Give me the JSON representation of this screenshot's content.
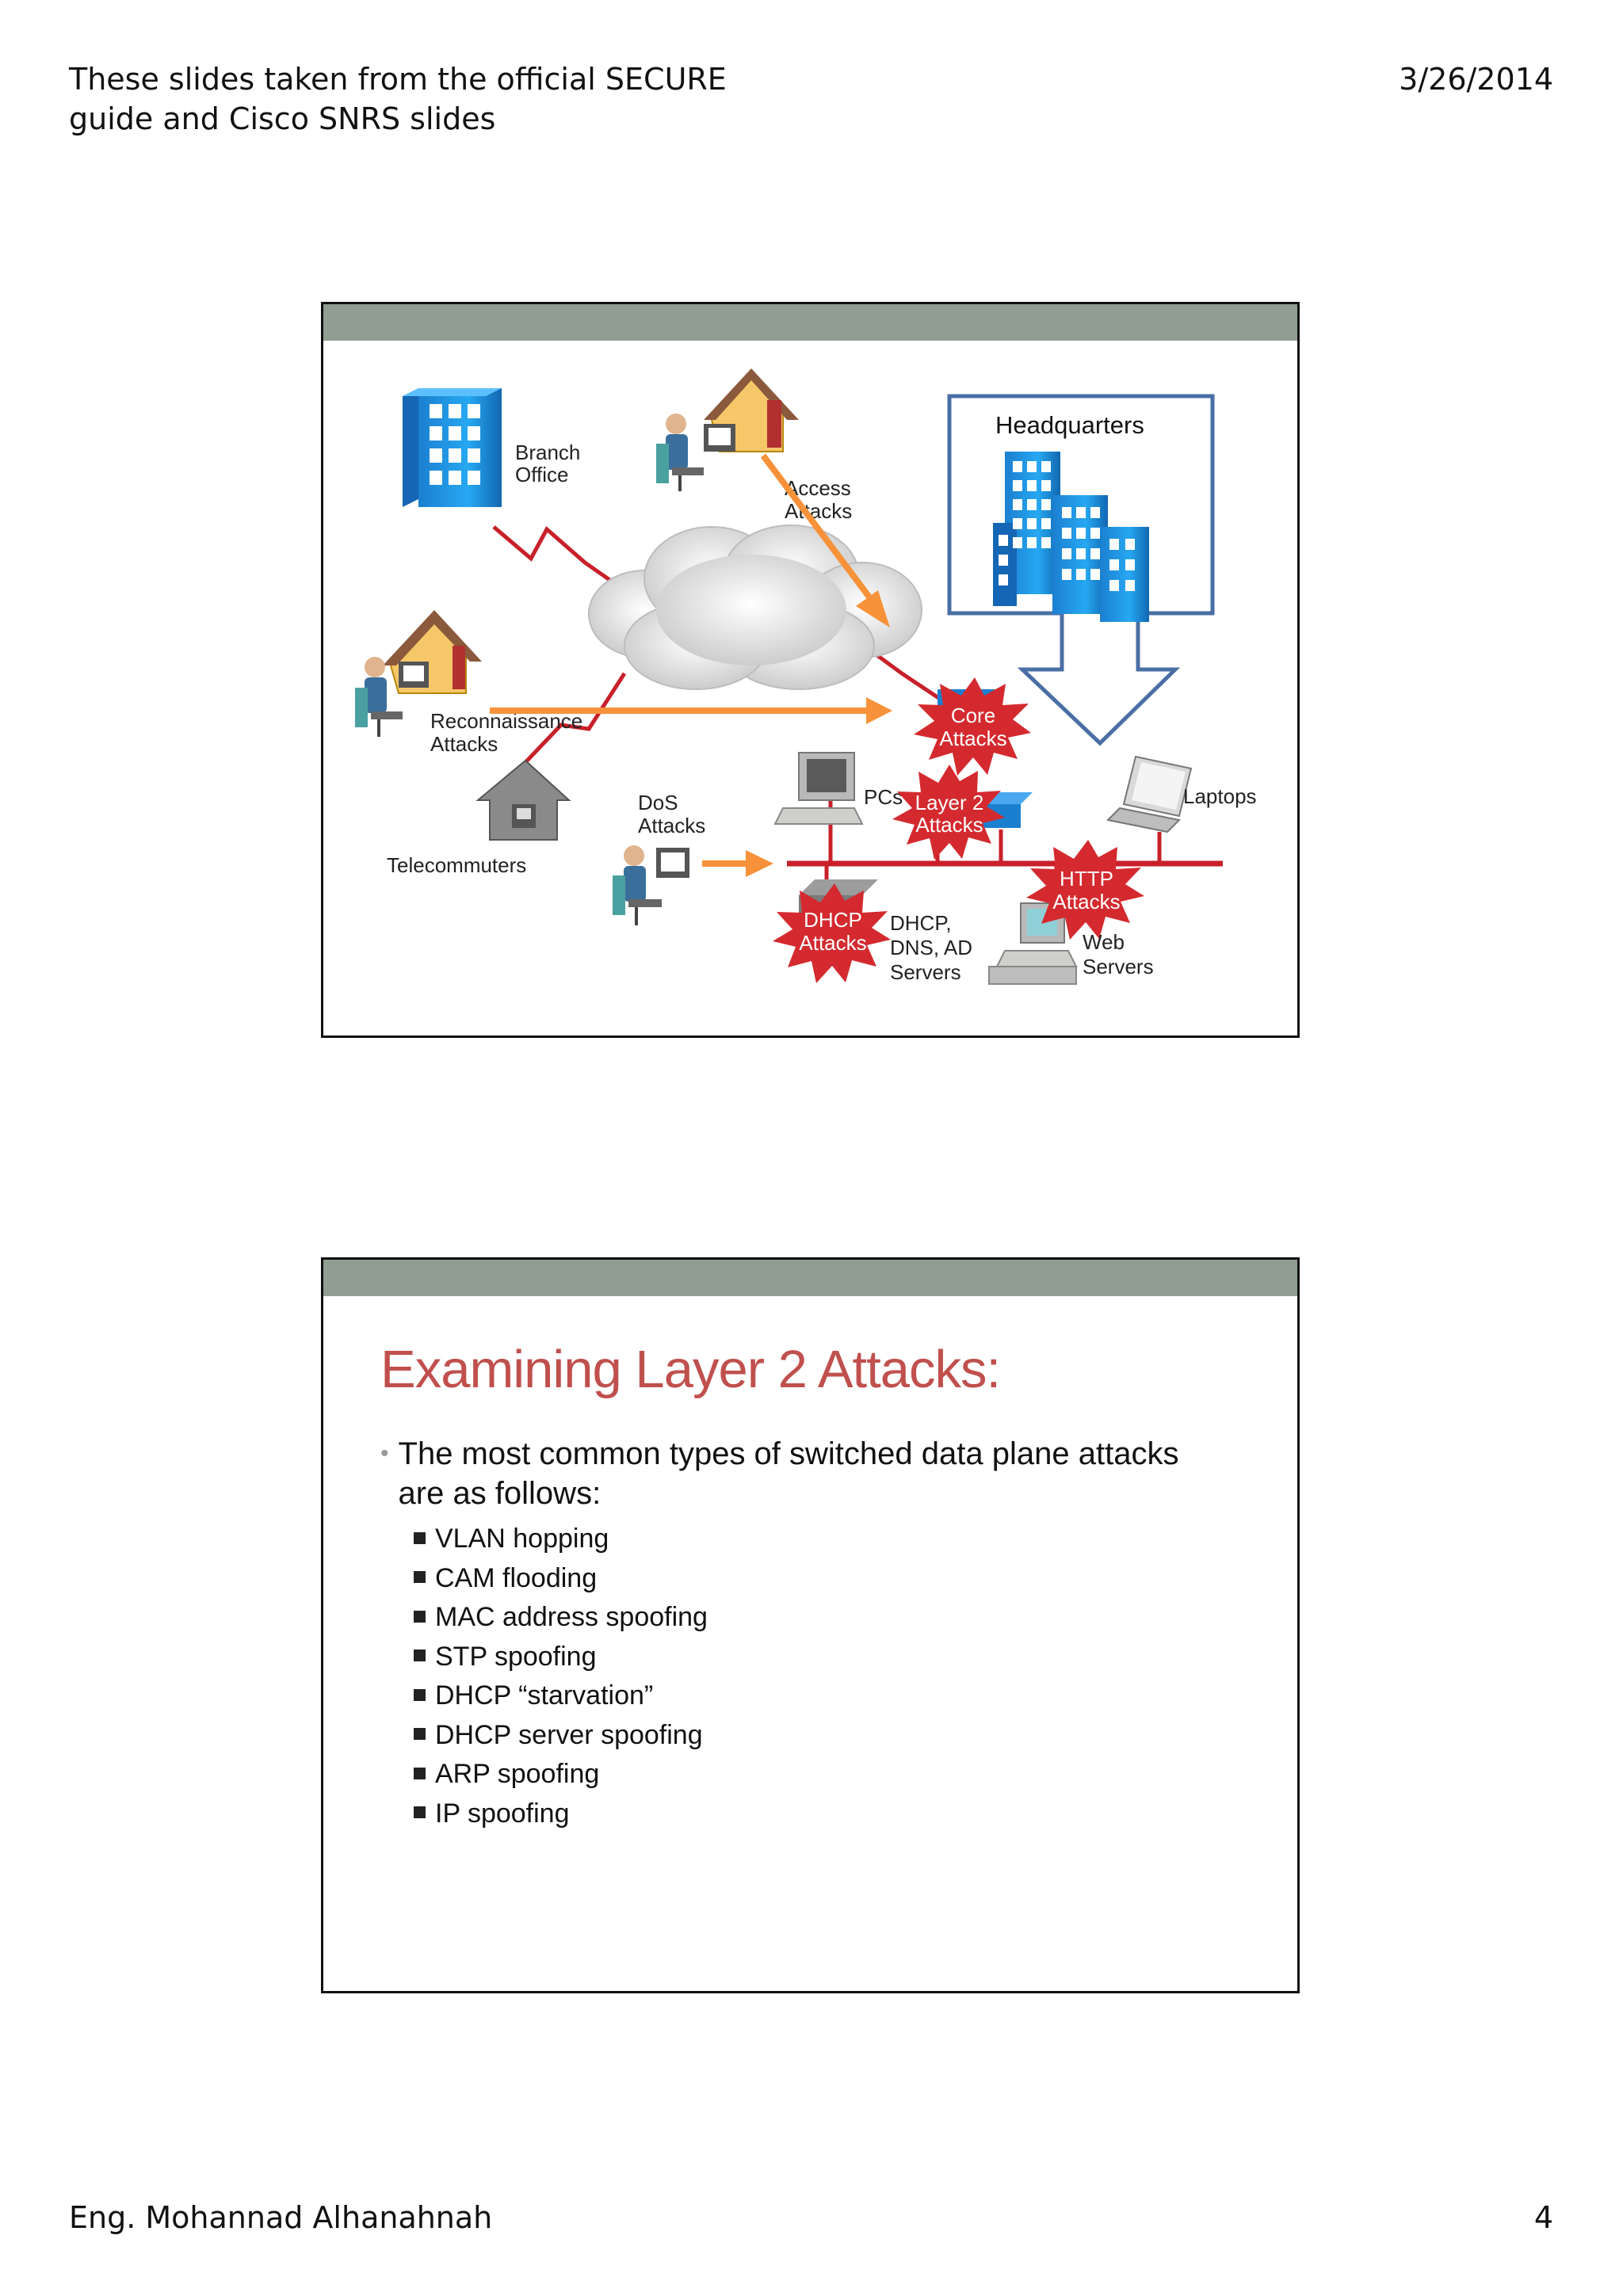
{
  "header": {
    "line1": "These slides taken from the official SECURE",
    "line2": "guide and Cisco SNRS slides",
    "date": "3/26/2014"
  },
  "footer": {
    "author": "Eng. Mohannad Alhanahnah",
    "page_number": "4"
  },
  "slide1": {
    "labels": {
      "branch1": "Branch",
      "branch2": "Office",
      "access1": "Access",
      "access2": "Attacks",
      "hq": "Headquarters",
      "recon1": "Reconnaissance",
      "recon2": "Attacks",
      "core1": "Core",
      "core2": "Attacks",
      "telecommuters": "Telecommuters",
      "dos1": "DoS",
      "dos2": "Attacks",
      "pcs": "PCs",
      "l2a": "Layer 2",
      "l2b": "Attacks",
      "laptops": "Laptops",
      "dhcp1": "DHCP",
      "dhcp2": "Attacks",
      "dhcpsrv1": "DHCP,",
      "dhcpsrv2": "DNS, AD",
      "dhcpsrv3": "Servers",
      "http1": "HTTP",
      "http2": "Attacks",
      "web1": "Web",
      "web2": "Servers"
    },
    "colors": {
      "attack_burst": "#d42a2f",
      "arrow": "#f7923a",
      "link": "#c8202a",
      "hq_frame": "#4a6fa5",
      "building": "#1e90e0"
    }
  },
  "slide2": {
    "title": "Examining Layer 2 Attacks:",
    "lead": "The most common types of switched data plane attacks are as follows:",
    "items": [
      "VLAN hopping",
      "CAM flooding",
      "MAC address spoofing",
      "STP spoofing",
      "DHCP “starvation”",
      "DHCP server spoofing",
      "ARP spoofing",
      "IP spoofing"
    ]
  }
}
